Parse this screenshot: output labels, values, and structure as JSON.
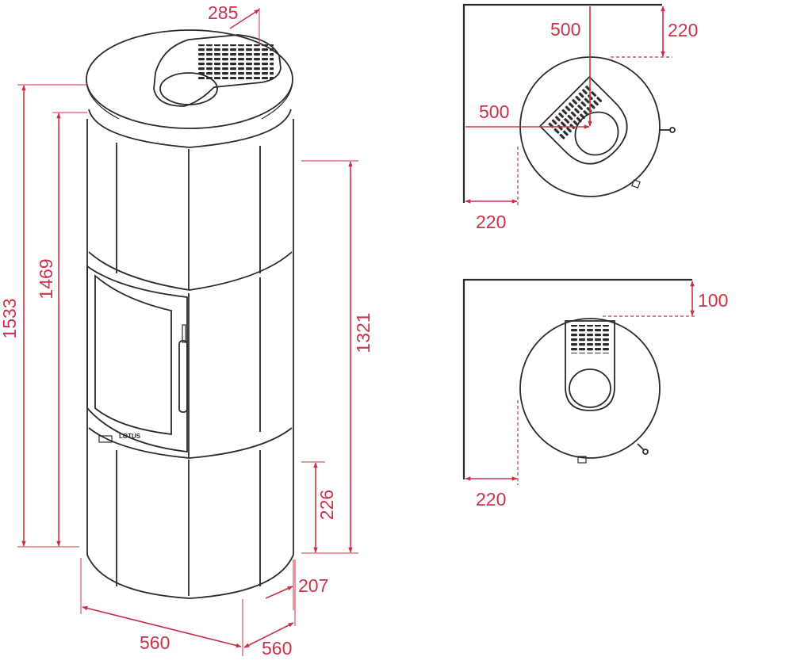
{
  "diagram": {
    "colors": {
      "dimension": "#c8334a",
      "outline": "#2b2b2b",
      "background": "#ffffff"
    },
    "front_view": {
      "brand_mark": "LOTUS",
      "dimensions": {
        "top_outlet_offset": "285",
        "total_height": "1533",
        "outlet_height": "1469",
        "rear_outlet_height": "1321",
        "air_inlet_height": "226",
        "air_inlet_offset": "207",
        "width": "560",
        "depth": "560"
      }
    },
    "corner_plan": {
      "dimensions": {
        "wall_to_center_top": "500",
        "clearance_top": "220",
        "wall_to_center_left": "500",
        "clearance_left": "220"
      }
    },
    "wall_plan": {
      "dimensions": {
        "clearance_back": "100",
        "clearance_side": "220"
      }
    }
  }
}
